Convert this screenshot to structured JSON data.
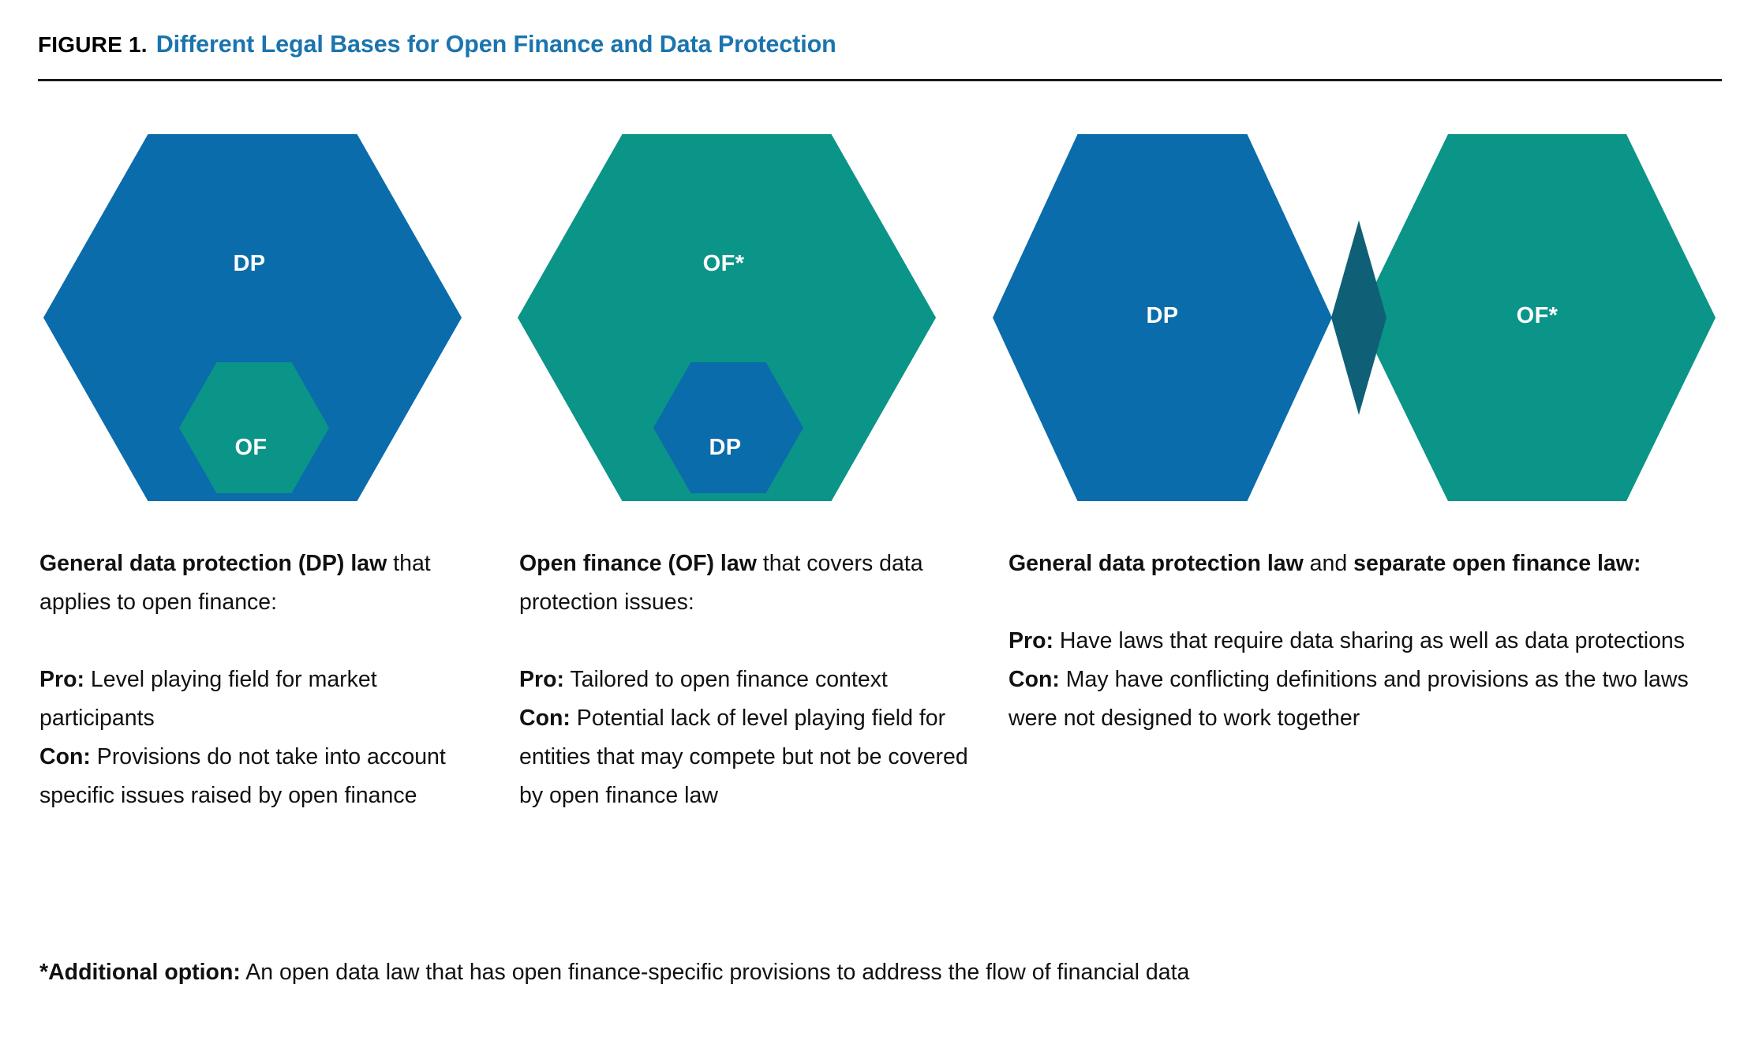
{
  "figure": {
    "label": "FIGURE 1.",
    "title": "Different Legal Bases for Open Finance and Data Protection",
    "title_color": "#1B74AE"
  },
  "colors": {
    "blue": "#0A6CAB",
    "green": "#0B9488",
    "overlap": "#0F6076",
    "rule": "#1A1A1A",
    "text": "#111111",
    "hex_label": "#FFFFFF"
  },
  "diagram": {
    "groups": [
      {
        "name": "dp-law-covering-of",
        "outer": {
          "label": "DP",
          "color": "#0A6CAB"
        },
        "inner": {
          "label": "OF",
          "color": "#0B9488"
        }
      },
      {
        "name": "of-law-covering-dp",
        "outer": {
          "label": "OF*",
          "color": "#0B9488"
        },
        "inner": {
          "label": "DP",
          "color": "#0A6CAB"
        }
      },
      {
        "name": "separate-dp-and-of-laws",
        "left": {
          "label": "DP",
          "color": "#0A6CAB"
        },
        "right": {
          "label": "OF*",
          "color": "#0B9488"
        },
        "overlap_color": "#0F6076"
      }
    ]
  },
  "columns": [
    {
      "name": "column-general-data-protection",
      "heading": [
        {
          "text": "General data protection (DP)",
          "bold": true
        },
        {
          "text": " ",
          "bold": false
        },
        {
          "text": "law",
          "bold": true
        },
        {
          "text": " that applies to open finance:",
          "bold": false
        }
      ],
      "body": [
        {
          "text": "Pro:",
          "bold": true
        },
        {
          "text": " Level playing field for market participants",
          "bold": false
        },
        {
          "text": "Con:",
          "bold": true,
          "newline": true
        },
        {
          "text": " Provisions do not take into account specific issues raised by open finance",
          "bold": false
        }
      ],
      "heading_plain": "General data protection (DP) law that applies to open finance:",
      "pro_label": "Pro:",
      "pro_text": " Level playing field for market participants",
      "con_label": "Con:",
      "con_text": " Provisions do not take into account specific issues raised by open finance"
    },
    {
      "name": "column-open-finance-law",
      "heading_plain": "Open finance (OF) law that covers data protection issues:",
      "heading_bold": "Open finance (OF) law",
      "heading_rest": " that covers data protection issues:",
      "pro_label": "Pro:",
      "pro_text": " Tailored to open finance context",
      "con_label": "Con:",
      "con_text": " Potential lack of level playing field for entities that may compete but not be covered by open finance law"
    },
    {
      "name": "column-separate-laws",
      "heading_plain": "General data protection law and separate open finance law:",
      "heading_bold_1": "General data protection law",
      "heading_mid": " and ",
      "heading_bold_2": "separate open finance law:",
      "pro_label": "Pro:",
      "pro_text": " Have laws that require data sharing as well as data protections",
      "con_label": "Con:",
      "con_text": " May have conflicting definitions and provisions as the two laws were not designed to work together"
    }
  ],
  "footnote": {
    "label": "*Additional option:",
    "text": " An open data law that has open finance-specific provisions to address the flow of financial data"
  }
}
